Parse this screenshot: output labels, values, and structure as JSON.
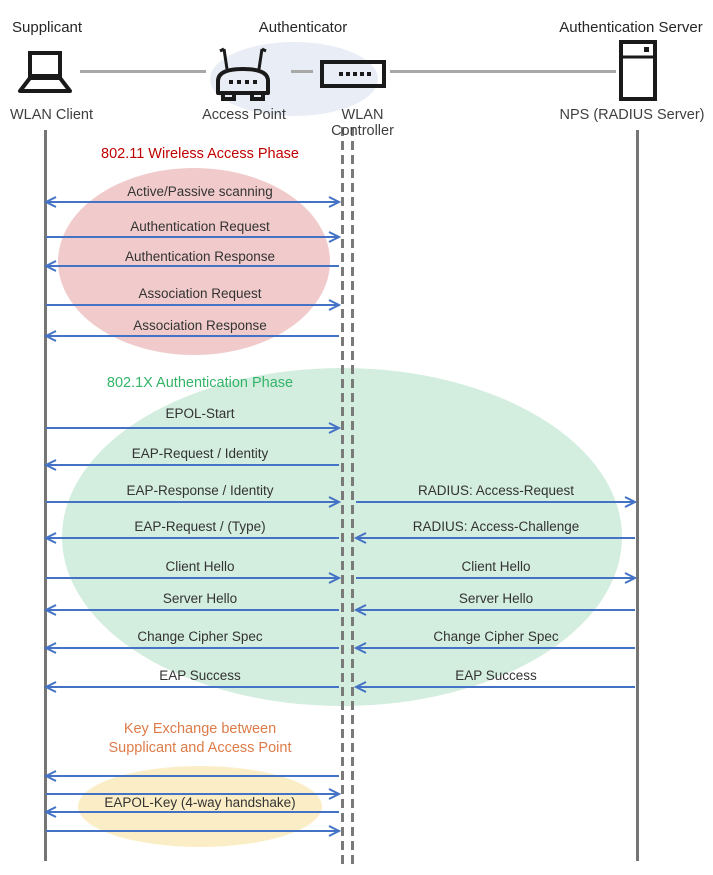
{
  "diagram": {
    "roles": {
      "supplicant": "Supplicant",
      "authenticator": "Authenticator",
      "auth_server": "Authentication Server"
    },
    "devices": {
      "wlan_client": "WLAN Client",
      "access_point": "Access Point",
      "wlan_controller": "WLAN Controller",
      "nps": "NPS (RADIUS Server)"
    },
    "icons": {
      "client": "laptop-icon",
      "access_point": "access-point-icon",
      "controller": "wlan-controller-icon",
      "server": "server-icon"
    },
    "phases": {
      "wireless_access": {
        "title": "802.11 Wireless Access Phase",
        "title_color": "#C00000",
        "ellipse_color": "#F1CBCB"
      },
      "authentication": {
        "title": "802.1X Authentication Phase",
        "title_color": "#33B467",
        "ellipse_color": "#D3EDDF"
      },
      "key_exchange": {
        "title_line1": "Key Exchange between",
        "title_line2": "Supplicant and Access Point",
        "title_color": "#DD7C49",
        "ellipse_color": "#FBEEC6"
      }
    },
    "colors": {
      "arrow_blue": "#4472C4",
      "lifeline_gray": "#757575",
      "connector_gray": "#A8A8A8",
      "authenticator_highlight": "#E9EDF6"
    },
    "messages": {
      "client_controller": [
        {
          "label": "Active/Passive scanning",
          "direction": "both"
        },
        {
          "label": "Authentication Request",
          "direction": "right"
        },
        {
          "label": "Authentication Response",
          "direction": "left"
        },
        {
          "label": "Association Request",
          "direction": "right"
        },
        {
          "label": "Association Response",
          "direction": "left"
        },
        {
          "label": "EPOL-Start",
          "direction": "right"
        },
        {
          "label": "EAP-Request / Identity",
          "direction": "left"
        },
        {
          "label": "EAP-Response / Identity",
          "direction": "right"
        },
        {
          "label": "EAP-Request / (Type)",
          "direction": "left"
        },
        {
          "label": "Client Hello",
          "direction": "right"
        },
        {
          "label": "Server Hello",
          "direction": "left"
        },
        {
          "label": "Change Cipher Spec",
          "direction": "left"
        },
        {
          "label": "EAP Success",
          "direction": "left"
        },
        {
          "label": "",
          "direction": "left"
        },
        {
          "label": "",
          "direction": "right"
        },
        {
          "label": "EAPOL-Key (4-way handshake)",
          "direction": "left"
        },
        {
          "label": "",
          "direction": "right"
        }
      ],
      "controller_server": [
        {
          "label": "RADIUS: Access-Request",
          "direction": "right"
        },
        {
          "label": "RADIUS: Access-Challenge",
          "direction": "left"
        },
        {
          "label": "Client Hello",
          "direction": "right"
        },
        {
          "label": "Server Hello",
          "direction": "left"
        },
        {
          "label": "Change Cipher Spec",
          "direction": "left"
        },
        {
          "label": "EAP Success",
          "direction": "left"
        }
      ]
    }
  }
}
